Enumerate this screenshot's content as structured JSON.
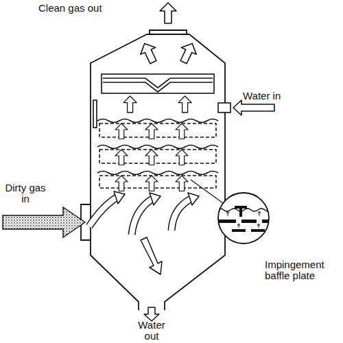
{
  "diagram": {
    "labels": [
      "Clean gas out",
      "Water in",
      "Dirty gas in",
      "Water out",
      "Impingement baffle plate"
    ]
  }
}
